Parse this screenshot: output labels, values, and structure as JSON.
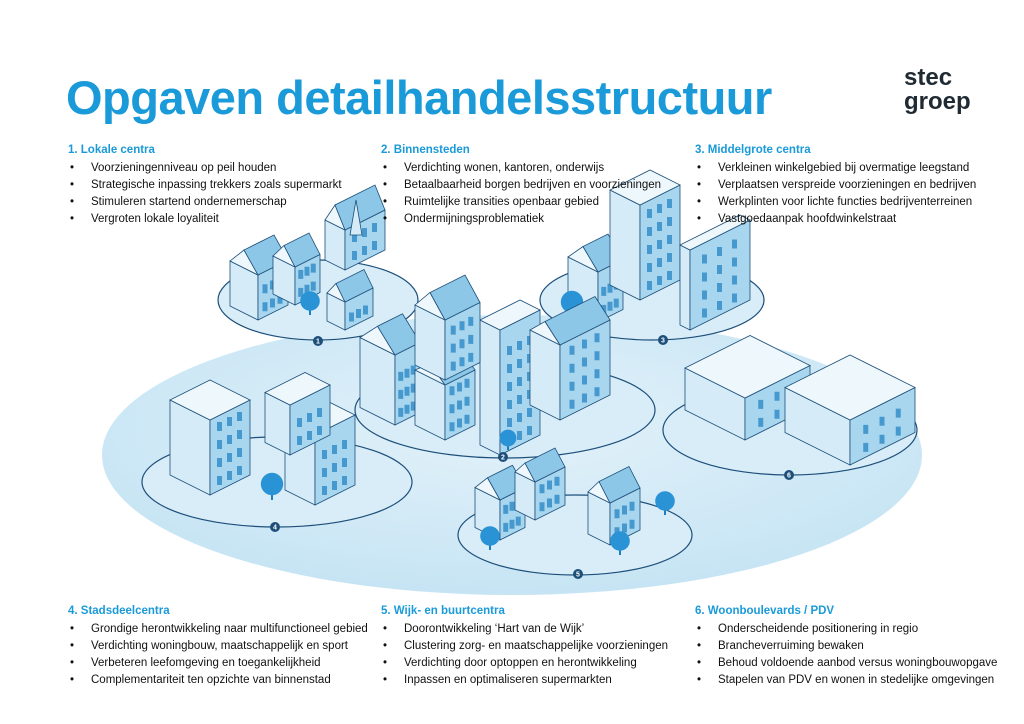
{
  "title": "Opgaven detailhandelsstructuur",
  "logo": {
    "line1": "stec",
    "line2": "groep"
  },
  "colors": {
    "accent": "#1a9ad9",
    "platter": "#cfe8f5",
    "building": "#bfe0f3",
    "dark": "#1d7fc0"
  },
  "sections": [
    {
      "heading": "1. Lokale centra",
      "items": [
        "Voorzieningenniveau op peil houden",
        "Strategische inpassing trekkers zoals supermarkt",
        "Stimuleren startend ondernemerschap",
        "Vergroten lokale loyaliteit"
      ]
    },
    {
      "heading": "2. Binnensteden",
      "items": [
        "Verdichting wonen, kantoren, onderwijs",
        "Betaalbaarheid borgen bedrijven en voorzieningen",
        "Ruimtelijke transities openbaar gebied",
        "Ondermijningsproblematiek"
      ]
    },
    {
      "heading": "3. Middelgrote centra",
      "items": [
        "Verkleinen winkelgebied bij overmatige leegstand",
        "Verplaatsen verspreide voorzieningen en bedrijven",
        "Werkplinten voor lichte functies bedrijventerreinen",
        "Vastgoedaanpak hoofdwinkelstraat"
      ]
    },
    {
      "heading": "4. Stadsdeelcentra",
      "items": [
        "Grondige herontwikkeling naar multifunctioneel gebied",
        "Verdichting woningbouw, maatschappelijk en sport",
        "Verbeteren leefomgeving en toegankelijkheid",
        "Complementariteit ten opzichte van binnenstad"
      ]
    },
    {
      "heading": "5. Wijk- en buurtcentra",
      "items": [
        "Doorontwikkeling ‘Hart van de Wijk’",
        "Clustering zorg- en maatschappelijke voorzieningen",
        "Verdichting door optoppen en herontwikkeling",
        "Inpassen en optimaliseren supermarkten"
      ]
    },
    {
      "heading": "6. Woonboulevards / PDV",
      "items": [
        "Onderscheidende positionering in regio",
        "Brancheverruiming bewaken",
        "Behoud voldoende aanbod versus woningbouwopgave",
        "Stapelen van PDV en wonen in stedelijke omgevingen"
      ]
    }
  ],
  "markers": [
    "1",
    "2",
    "3",
    "4",
    "5",
    "6"
  ]
}
